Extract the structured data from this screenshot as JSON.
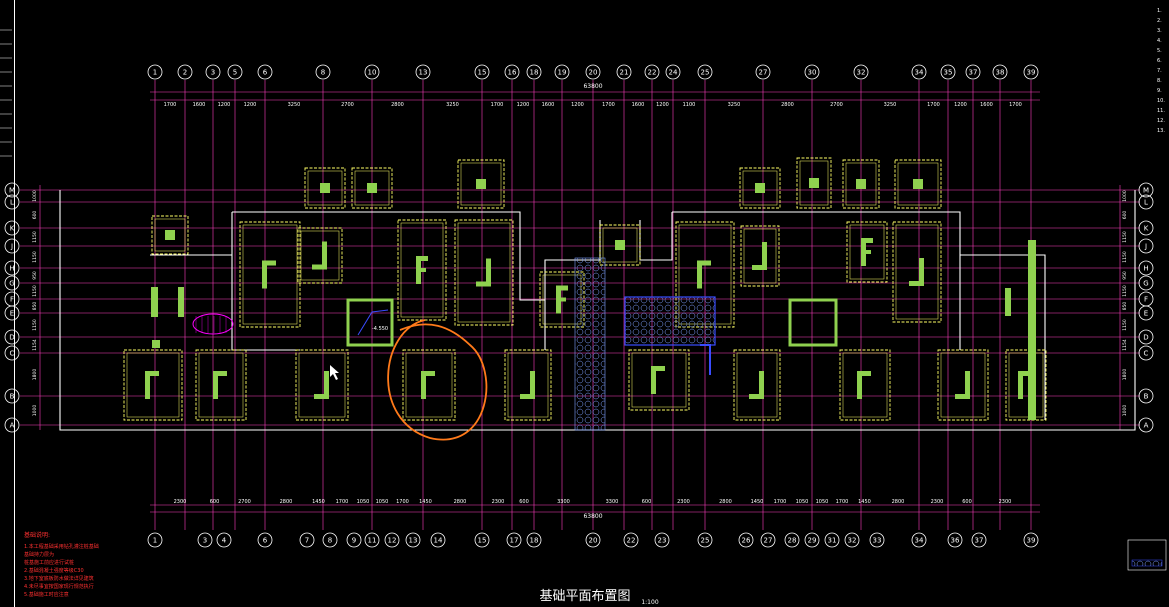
{
  "drawing": {
    "title": "基础平面布置图",
    "scale": "1:100",
    "total_width_label": "63800"
  },
  "axes_top": [
    "1",
    "2",
    "3",
    "5",
    "6",
    "8",
    "10",
    "13",
    "15",
    "16",
    "18",
    "19",
    "20",
    "21",
    "22",
    "24",
    "25",
    "27",
    "30",
    "32",
    "34",
    "35",
    "37",
    "38",
    "39"
  ],
  "axes_bottom": [
    "1",
    "3",
    "4",
    "6",
    "7",
    "8",
    "9",
    "11",
    "12",
    "13",
    "14",
    "15",
    "17",
    "18",
    "20",
    "22",
    "23",
    "25",
    "26",
    "27",
    "28",
    "29",
    "31",
    "32",
    "33",
    "34",
    "36",
    "37",
    "39"
  ],
  "axes_rows": [
    "M",
    "L",
    "K",
    "J",
    "H",
    "G",
    "F",
    "E",
    "D",
    "C",
    "B",
    "A"
  ],
  "dims_top": [
    "1700",
    "1600",
    "1200",
    "1200",
    "3250",
    "2700",
    "2800",
    "3250",
    "1700",
    "1200",
    "1600",
    "1200",
    "1700",
    "1600",
    "1200",
    "1100",
    "3250",
    "2800",
    "2700",
    "3250",
    "1700",
    "1200",
    "1600",
    "1700"
  ],
  "dims_bottom": [
    "2300",
    "600",
    "2700",
    "2800",
    "1450",
    "1700",
    "1050",
    "1050",
    "1700",
    "1450",
    "2800",
    "2300",
    "600",
    "3300",
    "3300",
    "600",
    "2300",
    "2800",
    "1450",
    "1700",
    "1050",
    "1050",
    "1700",
    "1450",
    "2800",
    "2300",
    "600",
    "2300"
  ],
  "dims_left": [
    "1000",
    "600",
    "1150",
    "1150",
    "950",
    "1150",
    "850",
    "1150",
    "1154",
    "1800",
    "1000"
  ],
  "notes_title": "基础说明:",
  "notes": [
    "1.本工程基础采用钻孔灌注桩基础",
    "基础持力层为",
    "桩基施工前应进行试桩",
    "2.基础混凝土强度等级C30",
    "3.地下室底板防水做法详见建筑",
    "4.未尽事宜按国家现行规范执行",
    "5.基础施工时应注意"
  ],
  "right_panel": [
    "1.",
    "2.",
    "3.",
    "4.",
    "5.",
    "6.",
    "7.",
    "8.",
    "9.",
    "10.",
    "11.",
    "12.",
    "13."
  ],
  "callout_label": "-4.550",
  "colors": {
    "background": "#000000",
    "axis_lines": "#ff3fbf",
    "bubble": "#ffffff",
    "dim_text": "#ffffff",
    "walls": "#ffffff",
    "pile_cap": "#ffff66",
    "column": "#8fd14f",
    "hatch_blue": "#3a4cff",
    "orange_markup": "#ff7a1a",
    "note_text": "#ff3030"
  }
}
